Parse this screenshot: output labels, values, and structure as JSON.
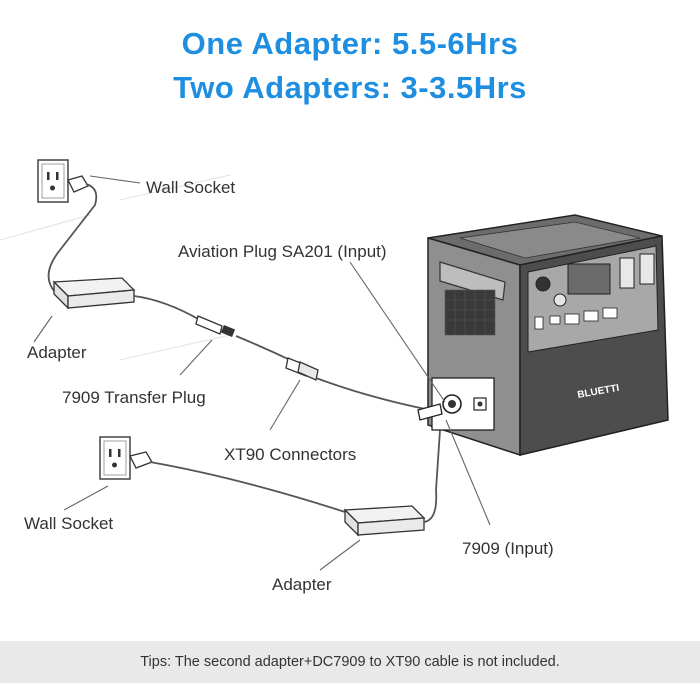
{
  "headline": {
    "line1": "One Adapter: 5.5-6Hrs",
    "line2": "Two Adapters: 3-3.5Hrs",
    "color": "#1e8fe0"
  },
  "labels": {
    "wall_socket_top": "Wall Socket",
    "aviation_plug": "Aviation Plug SA201 (Input)",
    "adapter_top": "Adapter",
    "transfer_plug": "7909 Transfer Plug",
    "xt90": "XT90 Connectors",
    "wall_socket_bottom": "Wall Socket",
    "input_7909": "7909 (Input)",
    "adapter_bottom": "Adapter"
  },
  "device": {
    "brand": "BLUETTI"
  },
  "tips": "Tips: The second adapter+DC7909 to XT90 cable is not included."
}
